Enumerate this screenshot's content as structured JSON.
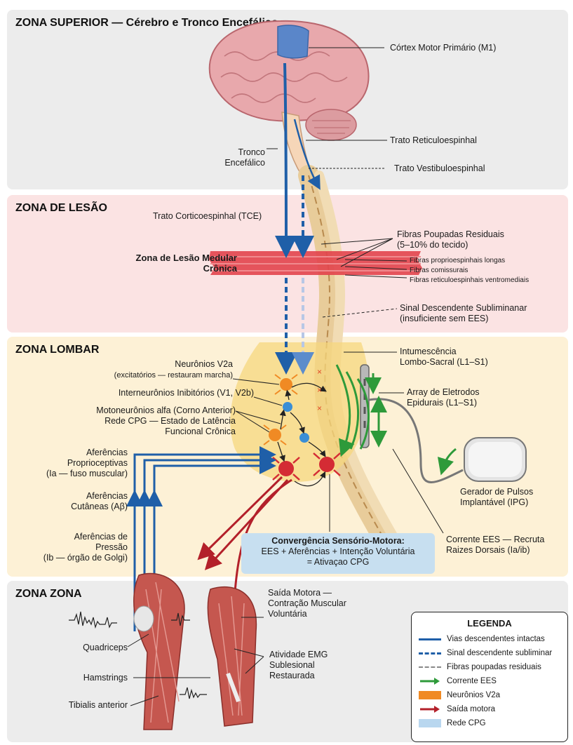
{
  "zones": {
    "superior": "ZONA SUPERIOR — Cérebro e Tronco Encefálico",
    "lesao": "ZONA DE LESÃO",
    "lombar": "ZONA LOMBAR",
    "zona": "ZONA ZONA"
  },
  "labels": {
    "m1": "Córtex Motor Primário (M1)",
    "reticulo": "Trato Reticuloespinhal",
    "tronco1": "Tronco",
    "tronco2": "Encefálico",
    "vestibulo": "Trato Vestibuloespinhal",
    "tce": "Trato Corticoespinhal (TCE)",
    "lesao1": "Zona de Lesão Medular",
    "lesao2": "Crônica",
    "fibras1": "Fibras Poupadas Residuais",
    "fibras2": "(5–10% do tecido)",
    "fib_a": "Fibras proprioespinhais longas",
    "fib_b": "Fibras comissurais",
    "fib_c": "Fibras reticuloespinhais ventromediais",
    "sinal1": "Sinal Descendente Subliminanar",
    "sinal2": "(insuficiente sem EES)",
    "v2a1": "Neurônios V2a",
    "v2a2": "(excitatórios — restauram marcha)",
    "inter": "Interneurônios Inibitórios (V1, V2b)",
    "moto1": "Motoneurônios alfa (Corno Anterior)",
    "moto2": "Rede CPG — Estado de Latência",
    "moto3": "Funcional Crônica",
    "prop1": "Aferências",
    "prop2": "Proprioceptivas",
    "prop3": "(Ia — fuso muscular)",
    "cut1": "Aferências",
    "cut2": "Cutâneas (Aβ)",
    "pres1": "Aferências de",
    "pres2": "Pressão",
    "pres3": "(Ib — órgão de Golgi)",
    "intum1": "Intumescência",
    "intum2": "Lombo-Sacral (L1–S1)",
    "array1": "Array de Eletrodos",
    "array2": "Epidurais (L1–S1)",
    "ipg1": "Gerador de Pulsos",
    "ipg2": "Implantável (IPG)",
    "ees1": "Corrente EES — Recruta",
    "ees2": "Raizes Dorsais (Ia/ib)",
    "conv_title": "Convergência Sensório-Motora:",
    "conv_line1": "EES + Aferências + Intenção Voluntária",
    "conv_line2": "= Ativaçao CPG",
    "saida1": "Saída Motora —",
    "saida2": "Contração Muscular",
    "saida3": "Voluntária",
    "quad": "Quadriceps",
    "hams": "Hamstrings",
    "tib": "Tibialis anterior",
    "emg1": "Atividade EMG",
    "emg2": "Sublesional",
    "emg3": "Restaurada"
  },
  "legend": {
    "title": "LEGENDA",
    "items": [
      {
        "label": "Vias descendentes intactas",
        "color": "#1f5fa8",
        "style": "solid"
      },
      {
        "label": "Sinal descendente subliminar",
        "color": "#1f5fa8",
        "style": "dashed"
      },
      {
        "label": "Fibras poupadas residuais",
        "color": "#888888",
        "style": "dashed"
      },
      {
        "label": "Corrente EES",
        "color": "#2e9a3a",
        "style": "arrow"
      },
      {
        "label": "Neurônios V2a",
        "color": "#f08a24",
        "style": "box"
      },
      {
        "label": "Saída motora",
        "color": "#b3202a",
        "style": "arrow"
      },
      {
        "label": "Rede CPG",
        "color": "#b9d7ef",
        "style": "box"
      }
    ]
  },
  "colors": {
    "descending": "#1f5fa8",
    "ees": "#2e9a3a",
    "motor": "#b3202a",
    "v2a": "#f08a24",
    "cpg": "#b9d7ef",
    "zone_superior": "#ececec",
    "zone_lesao": "#fbe3e3",
    "zone_lombar": "#fdf1d6",
    "zone_zona": "#ececec"
  }
}
